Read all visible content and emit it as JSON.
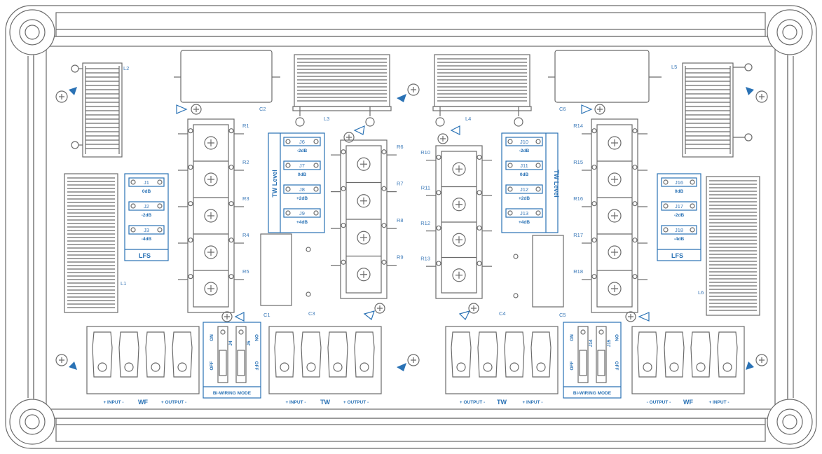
{
  "inductors": {
    "L1": "L1",
    "L2": "L2",
    "L3": "L3",
    "L4": "L4",
    "L5": "L5",
    "L6": "L6"
  },
  "capacitors": {
    "C1": "C1",
    "C2": "C2",
    "C3": "C3",
    "C4": "C4",
    "C5": "C5",
    "C6": "C6"
  },
  "resistors_left": [
    "R1",
    "R2",
    "R3",
    "R4",
    "R5"
  ],
  "resistors_center_left": [
    "R6",
    "R7",
    "R8",
    "R9"
  ],
  "resistors_center_right": [
    "R10",
    "R11",
    "R12",
    "R13"
  ],
  "resistors_right": [
    "R14",
    "R15",
    "R16",
    "R17",
    "R18"
  ],
  "lfs_left": {
    "title": "LFS",
    "jumpers": [
      {
        "id": "J1",
        "level": "0dB"
      },
      {
        "id": "J2",
        "level": "-2dB"
      },
      {
        "id": "J3",
        "level": "-4dB"
      }
    ]
  },
  "lfs_right": {
    "title": "LFS",
    "jumpers": [
      {
        "id": "J16",
        "level": "0dB"
      },
      {
        "id": "J17",
        "level": "-2dB"
      },
      {
        "id": "J18",
        "level": "-4dB"
      }
    ]
  },
  "tw_left": {
    "title": "TW Level",
    "jumpers": [
      {
        "id": "J6",
        "level": "-2dB"
      },
      {
        "id": "J7",
        "level": "0dB"
      },
      {
        "id": "J8",
        "level": "+2dB"
      },
      {
        "id": "J9",
        "level": "+4dB"
      }
    ]
  },
  "tw_right": {
    "title": "TW Level",
    "jumpers": [
      {
        "id": "J10",
        "level": "-2dB"
      },
      {
        "id": "J11",
        "level": "0dB"
      },
      {
        "id": "J12",
        "level": "+2dB"
      },
      {
        "id": "J13",
        "level": "+4dB"
      }
    ]
  },
  "biwire_left": {
    "title": "BI-WIRING MODE",
    "switch_a": "J4",
    "switch_b": "J5",
    "on": "ON",
    "off": "OFF"
  },
  "biwire_right": {
    "title": "BI-WIRING MODE",
    "switch_a": "J14",
    "switch_b": "J15",
    "on": "ON",
    "off": "OFF"
  },
  "terminals": {
    "wf_left": {
      "pre": "+  INPUT  -",
      "name": "WF",
      "post": "+ OUTPUT  -"
    },
    "tw_left": {
      "pre": "+  INPUT  -",
      "name": "TW",
      "post": "+ OUTPUT  -"
    },
    "tw_right": {
      "pre": "+ OUTPUT  -",
      "name": "TW",
      "post": "+  INPUT  -"
    },
    "wf_right": {
      "pre": "- OUTPUT  -",
      "name": "WF",
      "post": "+  INPUT  -"
    }
  },
  "colors": {
    "outline": "#6b6b6b",
    "accent_blue": "#2a72b5"
  }
}
